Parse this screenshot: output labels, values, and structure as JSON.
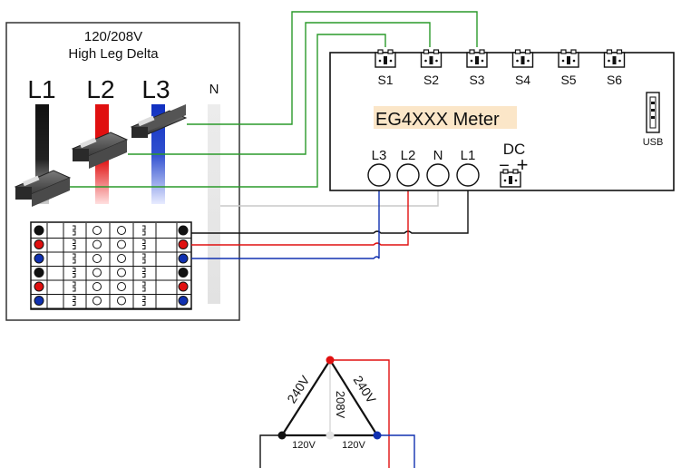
{
  "panel": {
    "title_line1": "120/208V",
    "title_line2": "High Leg Delta",
    "phase_labels": [
      "L1",
      "L2",
      "L3"
    ],
    "neutral_label": "N"
  },
  "meter": {
    "name": "EG4XXX Meter",
    "sensor_ports": [
      "S1",
      "S2",
      "S3",
      "S4",
      "S5",
      "S6"
    ],
    "voltage_inputs": [
      "L3",
      "L2",
      "N",
      "L1"
    ],
    "dc_label": "DC",
    "dc_symbol_minus": "−",
    "dc_symbol_plus": "+",
    "usb_label": "USB"
  },
  "delta": {
    "left_side_voltage": "240V",
    "right_side_voltage": "240V",
    "center_voltage": "208V",
    "bottom_left_voltage": "120V",
    "bottom_right_voltage": "120V"
  },
  "colors": {
    "black_phase": "#111111",
    "red_phase": "#e01010",
    "blue_phase": "#1030b0",
    "neutral": "#d8d8d8",
    "sensor_wire": "#2a9a2a",
    "meter_highlight": "#fbe6c8"
  }
}
